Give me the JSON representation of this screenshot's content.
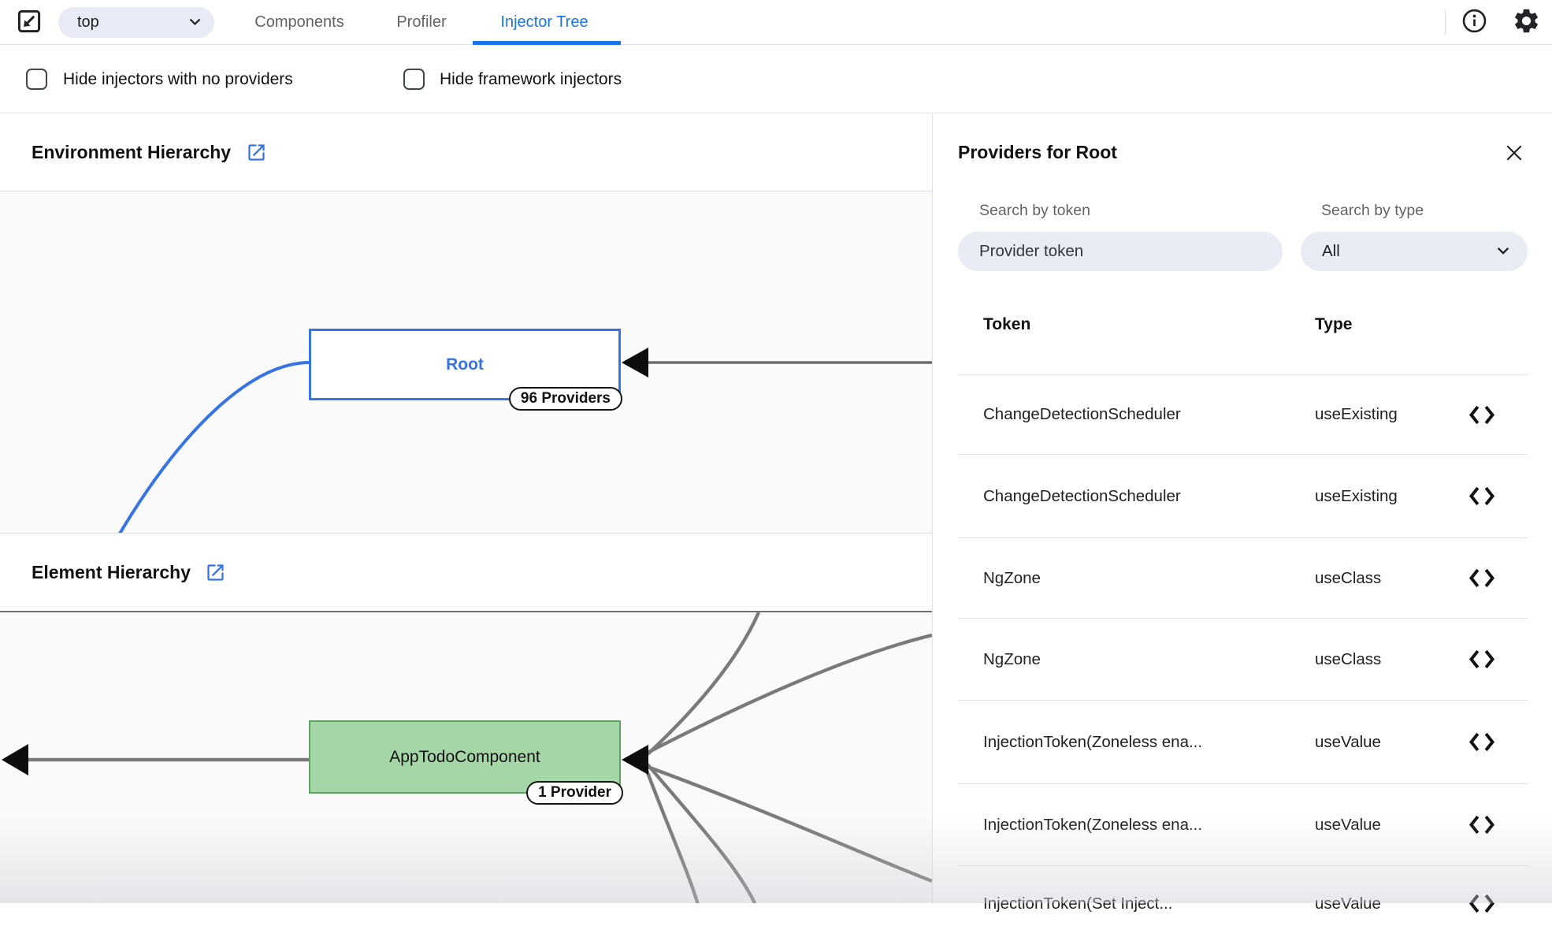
{
  "topbar": {
    "frame_selector_value": "top",
    "tabs": [
      {
        "label": "Components"
      },
      {
        "label": "Profiler"
      },
      {
        "label": "Injector Tree"
      }
    ],
    "active_tab": "Injector Tree"
  },
  "filters": {
    "hide_no_providers_label": "Hide injectors with no providers",
    "hide_no_providers_checked": false,
    "hide_framework_label": "Hide framework injectors",
    "hide_framework_checked": false
  },
  "environment": {
    "title": "Environment Hierarchy",
    "node": {
      "label": "Root",
      "badge": "96 Providers"
    }
  },
  "element": {
    "title": "Element Hierarchy",
    "node": {
      "label": "AppTodoComponent",
      "badge": "1 Provider"
    }
  },
  "providers": {
    "title": "Providers for Root",
    "search_token_label": "Search by token",
    "search_token_placeholder": "Provider token",
    "search_type_label": "Search by type",
    "search_type_value": "All",
    "columns": {
      "token": "Token",
      "type": "Type"
    },
    "rows": [
      {
        "token": "ChangeDetectionScheduler",
        "type": "useExisting"
      },
      {
        "token": "ChangeDetectionScheduler",
        "type": "useExisting"
      },
      {
        "token": "NgZone",
        "type": "useClass"
      },
      {
        "token": "NgZone",
        "type": "useClass"
      },
      {
        "token": "InjectionToken(Zoneless ena...",
        "type": "useValue"
      },
      {
        "token": "InjectionToken(Zoneless ena...",
        "type": "useValue"
      },
      {
        "token": "InjectionToken(Set Inject...",
        "type": "useValue"
      }
    ]
  },
  "colors": {
    "accent_blue": "#1a73e8",
    "node_blue": "#3673e5",
    "node_green_bg": "#a5d6a7",
    "node_green_border": "#5fa463",
    "edge_gray": "#7a7a7a",
    "graph_bg": "#fafafa"
  }
}
